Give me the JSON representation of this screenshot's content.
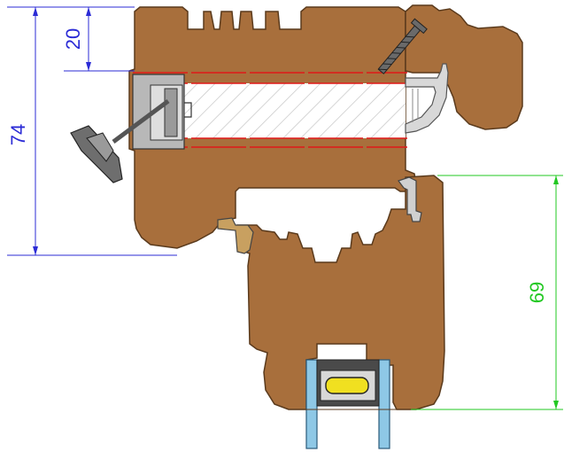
{
  "dimensions": {
    "sash_height": "74",
    "rebate_depth": "20",
    "frame_height": "69"
  },
  "colors": {
    "wood": "#a86f3c",
    "wood_edge": "#5a3a1c",
    "dimension_blue": "#2b2bd6",
    "dimension_green": "#22c822",
    "glass_red_line": "#e01818",
    "gasket_yellow": "#f0e020",
    "steel_blue": "#8ec8e6",
    "seal_grey": "#b4b4b4",
    "hardware_grey": "#8a8a8a"
  },
  "icons": {
    "screw": "screw-icon",
    "glazing_bead_clip": "glazing-clip-icon",
    "weather_seal": "weather-seal-icon"
  }
}
